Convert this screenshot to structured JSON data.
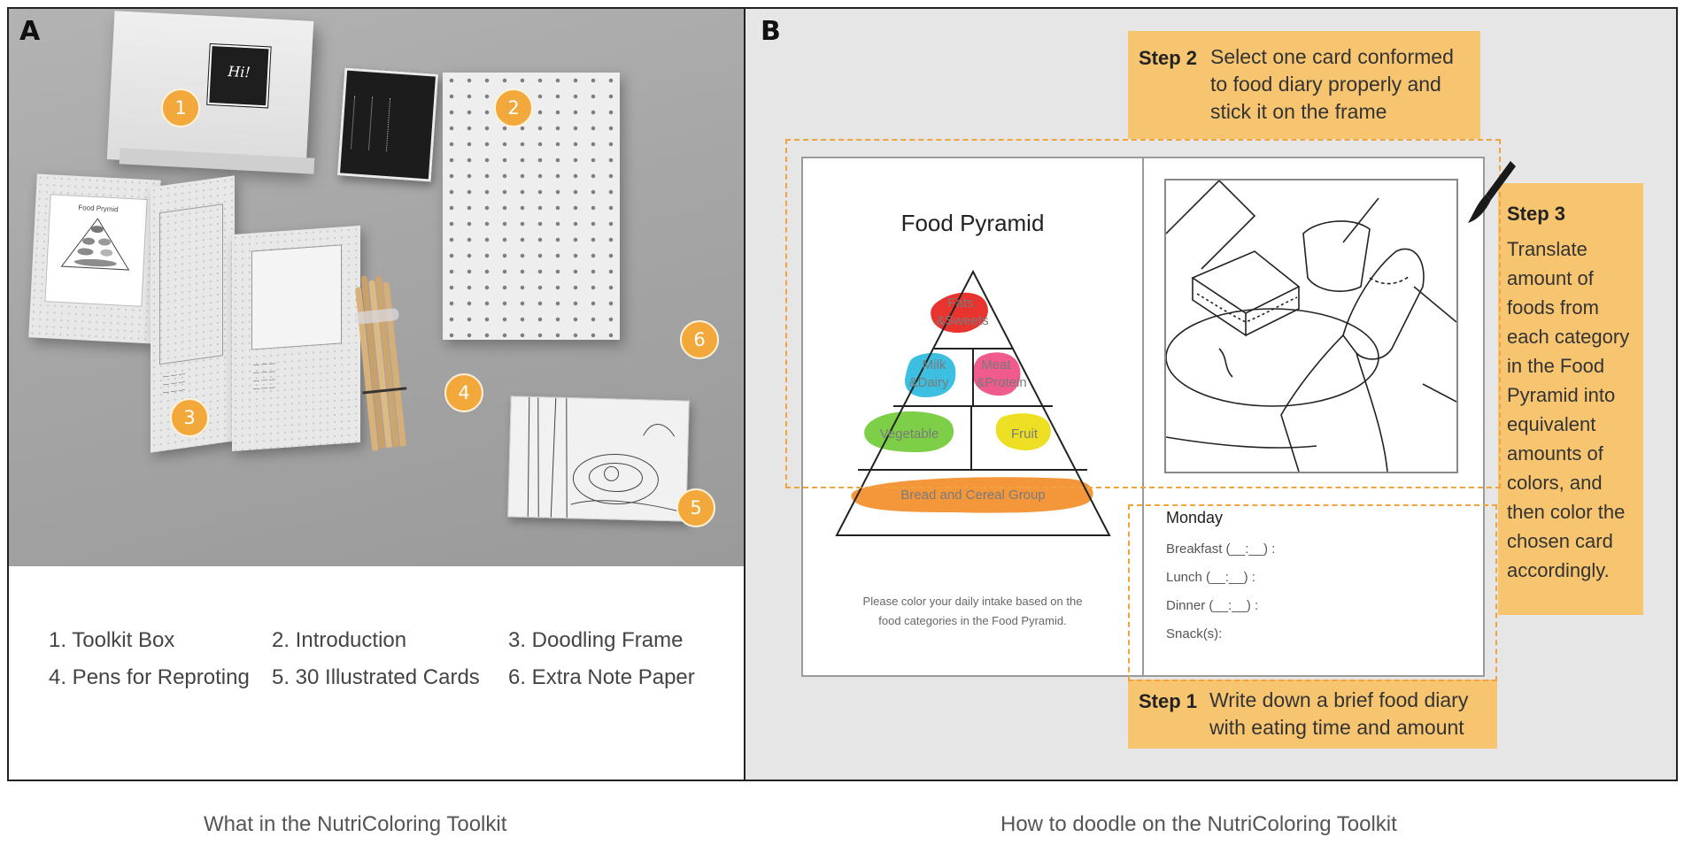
{
  "panels": {
    "a_letter": "A",
    "b_letter": "B"
  },
  "toolkit_photo": {
    "box_logo": "Hi!",
    "frame_title": "Food Prymid",
    "badges": [
      "1",
      "2",
      "3",
      "4",
      "5",
      "6"
    ]
  },
  "toolkit_list": [
    "1. Toolkit Box",
    "2. Introduction",
    "3. Doodling Frame",
    "4. Pens for Reproting",
    "5. 30 Illustrated Cards",
    "6. Extra Note Paper"
  ],
  "frame": {
    "title": "Food Pyramid",
    "pyramid": {
      "fats": [
        "Fats",
        "&Sweets"
      ],
      "milk": [
        "Milk",
        "&Dairy"
      ],
      "meat": [
        "Meat",
        "&Protein"
      ],
      "vegetable": "Vegetable",
      "fruit": "Fruit",
      "bread": "Bread and Cereal Group"
    },
    "instruction": [
      "Please color your daily intake based on the",
      "food categories in the Food Pyramid."
    ],
    "diary": {
      "day": "Monday",
      "breakfast": "Breakfast (__:__) :",
      "lunch": "Lunch (__:__) :",
      "dinner": "Dinner (__:__) :",
      "snacks": "Snack(s):"
    }
  },
  "steps": {
    "step1": {
      "label": "Step 1",
      "lines": [
        "Write down a brief food diary",
        "with eating time and amount"
      ]
    },
    "step2": {
      "label": "Step 2",
      "lines": [
        "Select one card conformed",
        "to food diary properly and",
        "stick it on the frame"
      ]
    },
    "step3": {
      "label": "Step 3",
      "lines": [
        "Translate",
        "amount of",
        "foods from",
        "each category",
        "in the Food",
        "Pyramid into",
        "equivalent",
        "amounts of",
        "colors, and",
        "then color the",
        "chosen card",
        "accordingly."
      ]
    }
  },
  "captions": {
    "left": "What in the NutriColoring Toolkit",
    "right": "How to doodle on the NutriColoring Toolkit"
  },
  "colors": {
    "accent": "#f7c56f",
    "badge": "#f2a83b",
    "fats": "#e8332e",
    "milk": "#3cbfe0",
    "meat": "#ef5b8c",
    "vegetable": "#7ecf48",
    "fruit": "#ede024",
    "bread": "#f4973b"
  }
}
